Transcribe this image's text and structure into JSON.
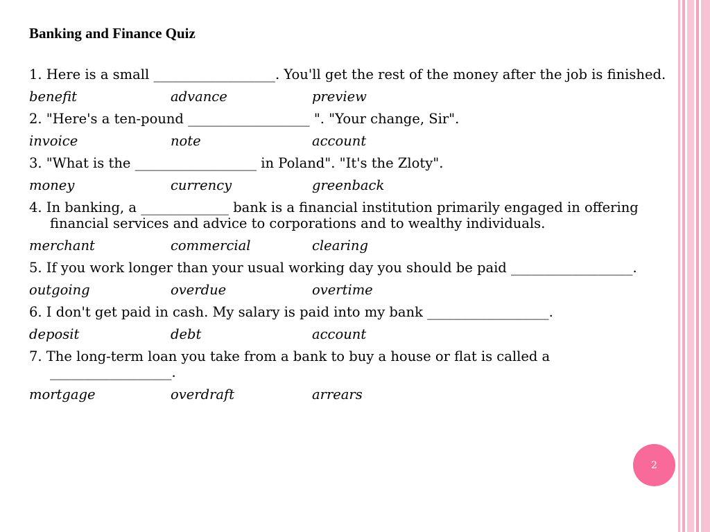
{
  "slide": {
    "title": "Banking and Finance Quiz",
    "page_number": "2"
  },
  "questions": [
    {
      "text": "1. Here is a small __________________. You'll get the rest of the money after the job is finished.",
      "options": [
        "benefit",
        "advance",
        "preview"
      ]
    },
    {
      "text": "2. \"Here's a ten-pound  __________________ \". \"Your change, Sir\".",
      "options": [
        "invoice",
        "note",
        "account"
      ]
    },
    {
      "text": "3. \"What is the __________________ in Poland\". \"It's the Zloty\".",
      "options": [
        "money",
        "currency",
        "greenback"
      ]
    },
    {
      "text": "4. In banking, a _____________ bank is a financial institution primarily engaged in offering financial services and advice to corporations and to wealthy individuals.",
      "options": [
        "merchant",
        "commercial",
        "clearing"
      ]
    },
    {
      "text": "5. If you work longer than your usual working day you should be paid __________________.",
      "options": [
        "outgoing",
        "overdue",
        "overtime"
      ]
    },
    {
      "text": "6. I don't get paid in cash. My salary is paid into my bank __________________.",
      "options": [
        "deposit",
        "debt",
        "account"
      ]
    },
    {
      "text": "7. The long-term loan you take from a bank to buy a house or flat is called a __________________.",
      "options": [
        "mortgage",
        "overdraft",
        "arrears"
      ]
    }
  ],
  "colors": {
    "badge": "#f76a9a",
    "stripes": "#f8c2d5"
  }
}
